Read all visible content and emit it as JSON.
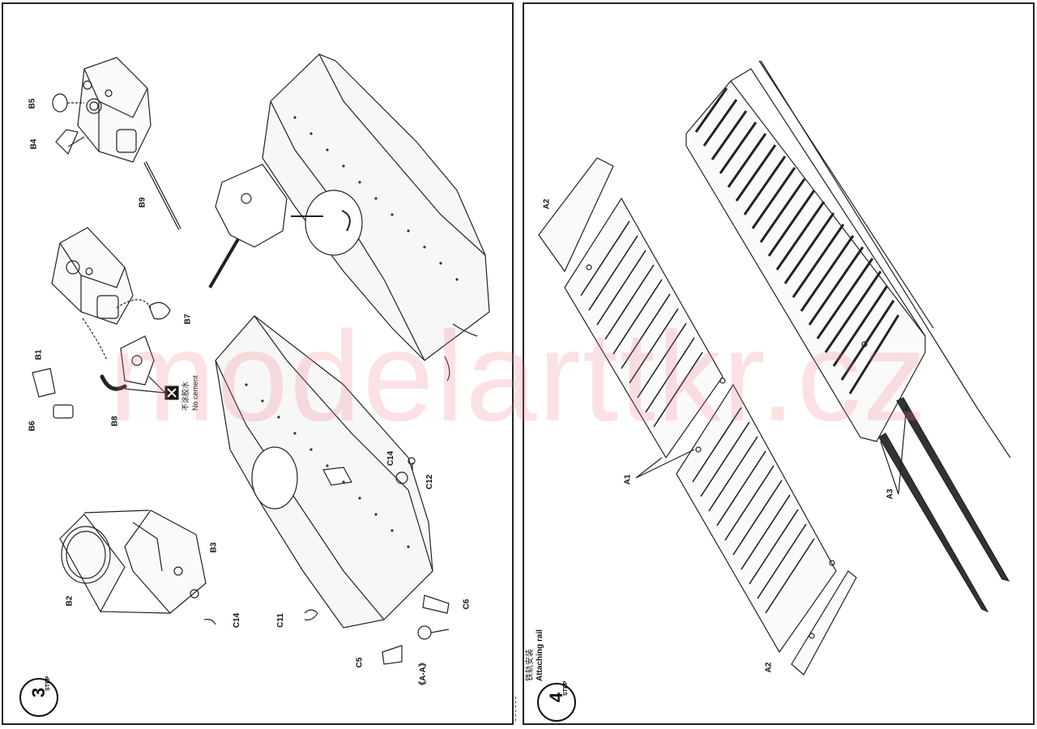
{
  "watermark": "modelarttkr.cz",
  "left_page": {
    "step_number": "3",
    "step_word": "STEP",
    "labels": {
      "b5": "B5",
      "b4": "B4",
      "b9": "B9",
      "b7": "B7",
      "b1": "B1",
      "b6": "B6",
      "b8": "B8",
      "b3": "B3",
      "b2": "B2",
      "c14_top": "C14",
      "c12": "C12",
      "c14_bottom": "C14",
      "c11": "C11",
      "c5": "C5",
      "c6": "C6",
      "aa": "《A-A》"
    },
    "no_cement_cn": "不涂胶水",
    "no_cement_en": "No cement"
  },
  "right_page": {
    "step_number": "4",
    "step_word": "STEP",
    "title_cn": "铁轨安装",
    "title_en": "Attaching rail",
    "labels": {
      "a2_top": "A2",
      "a1": "A1",
      "a3": "A3",
      "a2_bottom": "A2"
    }
  }
}
